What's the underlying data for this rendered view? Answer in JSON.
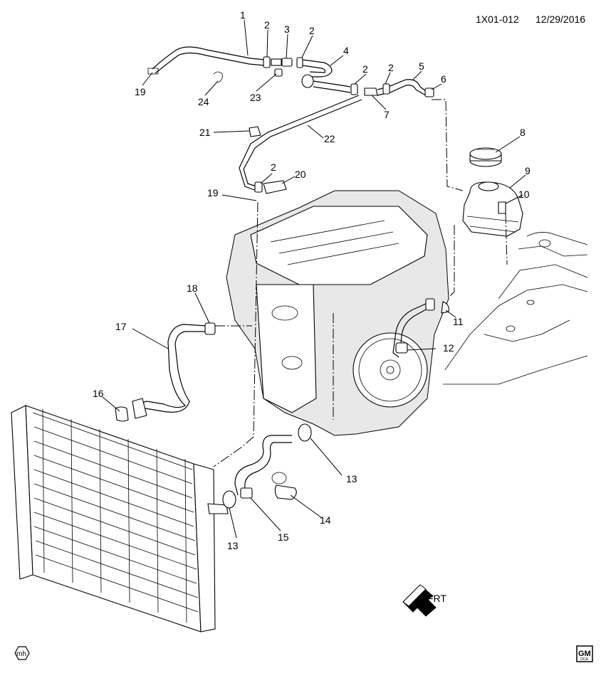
{
  "header": {
    "code": "1X01-012",
    "date": "12/29/2016"
  },
  "callouts": [
    {
      "id": "c1",
      "text": "1"
    },
    {
      "id": "c2a",
      "text": "2"
    },
    {
      "id": "c3",
      "text": "3"
    },
    {
      "id": "c2b",
      "text": "2"
    },
    {
      "id": "c4",
      "text": "4"
    },
    {
      "id": "c2c",
      "text": "2"
    },
    {
      "id": "c2d",
      "text": "2"
    },
    {
      "id": "c5",
      "text": "5"
    },
    {
      "id": "c6",
      "text": "6"
    },
    {
      "id": "c19a",
      "text": "19"
    },
    {
      "id": "c24",
      "text": "24"
    },
    {
      "id": "c23",
      "text": "23"
    },
    {
      "id": "c7",
      "text": "7"
    },
    {
      "id": "c21",
      "text": "21"
    },
    {
      "id": "c22",
      "text": "22"
    },
    {
      "id": "c8",
      "text": "8"
    },
    {
      "id": "c9",
      "text": "9"
    },
    {
      "id": "c10",
      "text": "10"
    },
    {
      "id": "c2e",
      "text": "2"
    },
    {
      "id": "c20",
      "text": "20"
    },
    {
      "id": "c19b",
      "text": "19"
    },
    {
      "id": "c18",
      "text": "18"
    },
    {
      "id": "c17",
      "text": "17"
    },
    {
      "id": "c11",
      "text": "11"
    },
    {
      "id": "c12",
      "text": "12"
    },
    {
      "id": "c16",
      "text": "16"
    },
    {
      "id": "c13a",
      "text": "13"
    },
    {
      "id": "c14",
      "text": "14"
    },
    {
      "id": "c13b",
      "text": "13"
    },
    {
      "id": "c15",
      "text": "15"
    }
  ],
  "direction_arrow": {
    "label": "FRT",
    "icon": "front-direction-arrow-icon"
  },
  "logos": {
    "left": {
      "text": "mh",
      "icon": "mh-logo-icon"
    },
    "right": {
      "text": "GM",
      "subtext": "OCA",
      "icon": "gm-logo-icon"
    }
  }
}
